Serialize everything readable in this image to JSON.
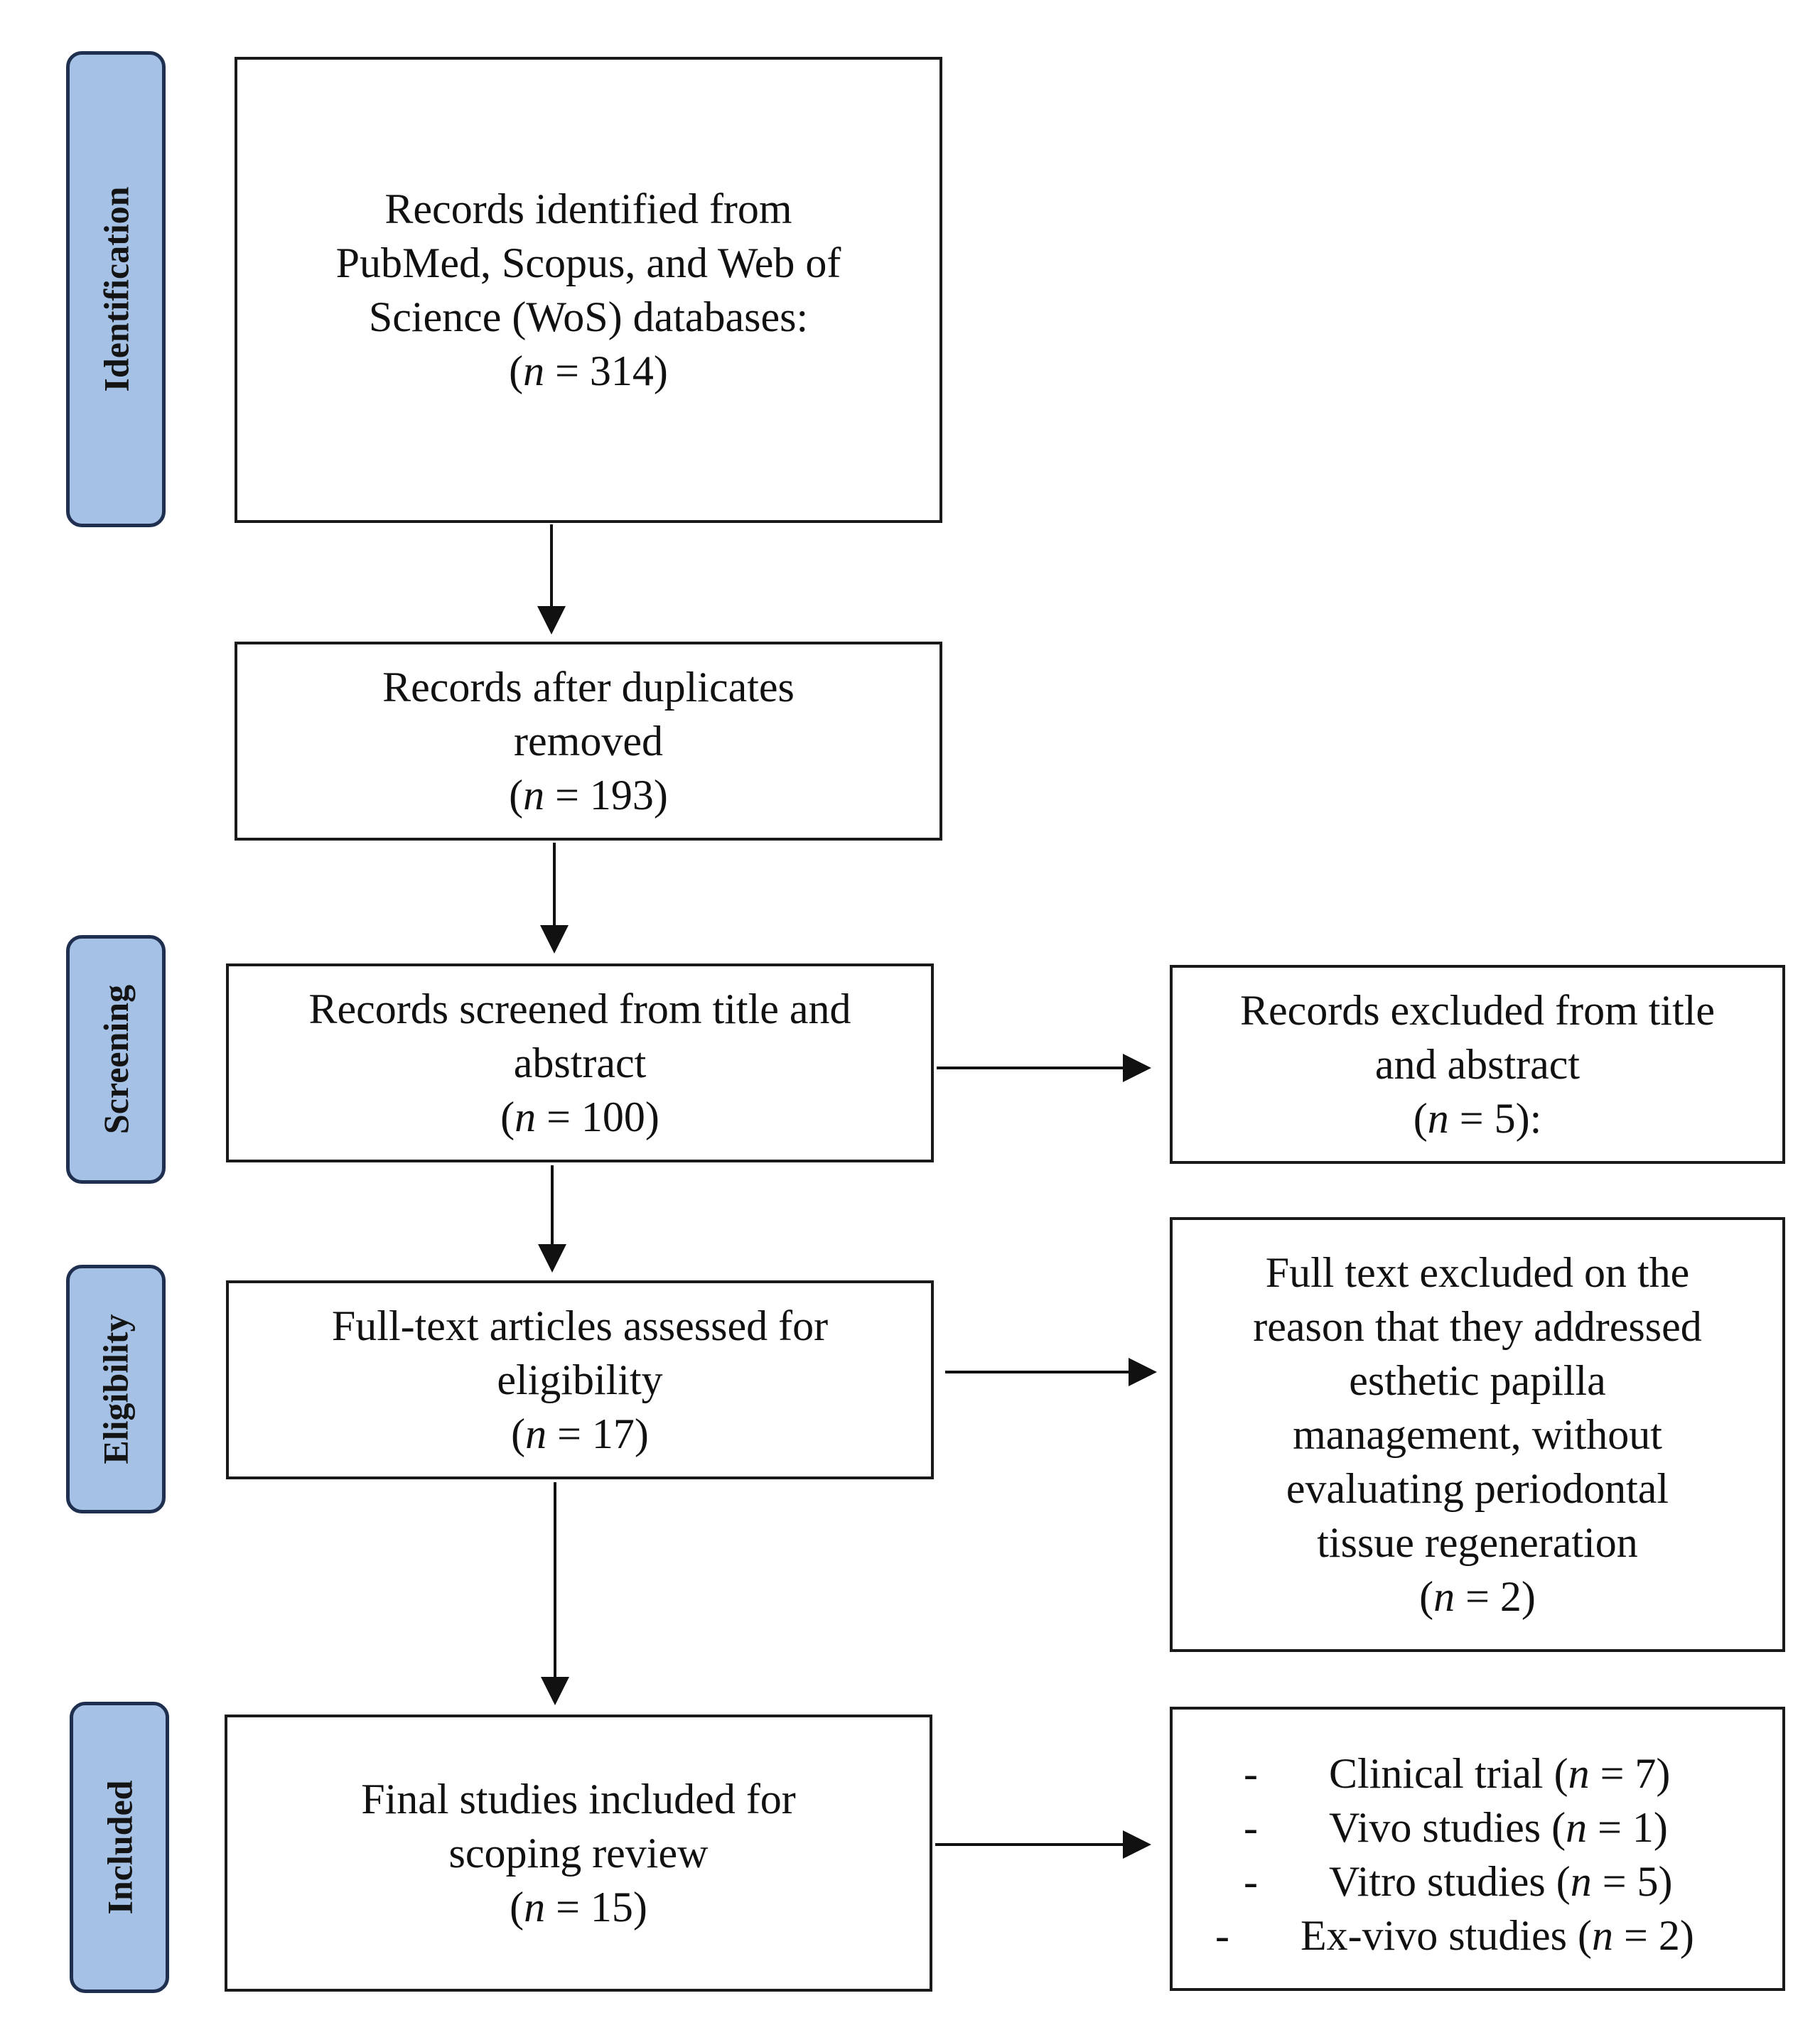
{
  "phases": {
    "identification": "Identification",
    "screening": "Screening",
    "eligibility": "Eligibility",
    "included": "Included"
  },
  "identified": {
    "lines": [
      "Records identified from",
      "PubMed, Scopus, and Web of",
      "Science (WoS) databases:"
    ],
    "n_label": "n",
    "n_value": "314",
    "suffix": ""
  },
  "after_duplicates": {
    "lines": [
      "Records after duplicates",
      "removed"
    ],
    "n_label": "n",
    "n_value": "193",
    "suffix": ""
  },
  "screened": {
    "lines": [
      "Records screened from title and",
      "abstract"
    ],
    "n_label": "n",
    "n_value": "100",
    "suffix": ""
  },
  "excluded_title_abstract": {
    "lines": [
      "Records excluded from title",
      "and abstract"
    ],
    "n_label": "n",
    "n_value": "5",
    "suffix": ":"
  },
  "full_text_assessed": {
    "lines": [
      "Full-text articles assessed for",
      "eligibility"
    ],
    "n_label": "n",
    "n_value": "17",
    "suffix": ""
  },
  "full_text_excluded": {
    "lines": [
      "Full text excluded on the",
      "reason that they addressed",
      "esthetic papilla",
      "management, without",
      "evaluating periodontal",
      "tissue regeneration"
    ],
    "n_label": "n",
    "n_value": "2",
    "suffix": ""
  },
  "final_included": {
    "lines": [
      "Final studies included for",
      "scoping review"
    ],
    "n_label": "n",
    "n_value": "15",
    "suffix": ""
  },
  "study_types": {
    "items": [
      {
        "bullet": "-",
        "label": "Clinical trial",
        "n_label": "n",
        "n_value": "7"
      },
      {
        "bullet": "-",
        "label": "Vivo studies",
        "n_label": "n",
        "n_value": "1"
      },
      {
        "bullet": "-",
        "label": "Vitro studies",
        "n_label": "n",
        "n_value": "5"
      },
      {
        "bullet": "-",
        "label": "Ex-vivo studies",
        "n_label": "n",
        "n_value": "2"
      }
    ]
  },
  "colors": {
    "phase_tab_fill": "#a5c2e6",
    "phase_tab_border": "#1f2f4f",
    "box_border": "#1a1a1a",
    "arrow": "#111111"
  }
}
